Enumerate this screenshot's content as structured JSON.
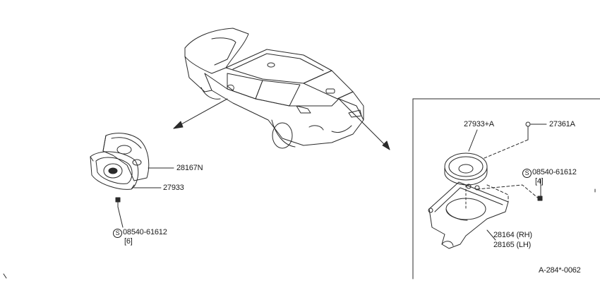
{
  "labels": {
    "rear_bracket": "28167N",
    "rear_speaker": "27933",
    "rear_screw_prefix": "S",
    "rear_screw_part": "08540-61612",
    "rear_screw_qty": "[6]",
    "inset_speaker": "27933+A",
    "inset_grommet": "27361A",
    "inset_screw_prefix": "S",
    "inset_screw_part": "08540-61612",
    "inset_screw_qty": "[4]",
    "inset_bracket_rh": "28164 (RH)",
    "inset_bracket_lh": "28165 (LH)",
    "diagram_code": "A-284*-0062"
  }
}
